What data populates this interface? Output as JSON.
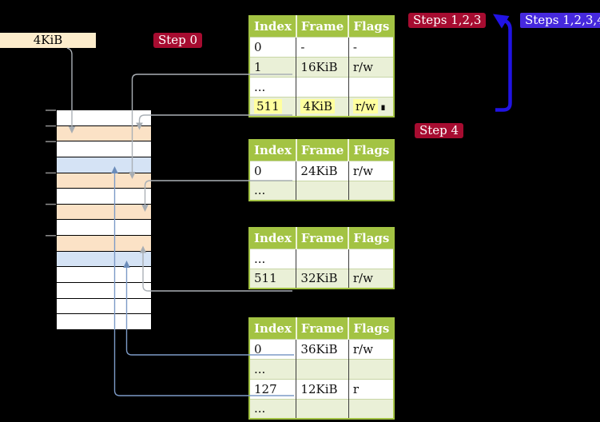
{
  "palette": {
    "green": "#a3c343",
    "rowgreen": "#eaf0d7",
    "orange": "#fbe2c6",
    "blue": "#d5e3f5",
    "cream": "#fceccb",
    "badgered": "#a60c30",
    "badgeblue": "#4629dd",
    "arrowblue": "#2113e4",
    "congray": "#aab0b6",
    "conheadgray": "#a7adb3",
    "consteel": "#7d9bc7",
    "conheadsteel": "#6b8cba",
    "highlight": "#ffff9e"
  },
  "box4kib": {
    "label": "4KiB"
  },
  "badges": {
    "step0": "Step 0",
    "steps123": "Steps 1,2,3",
    "steps1234": "Steps 1,2,3,4",
    "step4": "Step 4"
  },
  "memory": {
    "rows": [
      "white",
      "orange",
      "white",
      "blue",
      "orange",
      "white",
      "orange",
      "white",
      "orange",
      "blue",
      "white",
      "white",
      "white",
      "white"
    ]
  },
  "tables": [
    {
      "name": "page-table-level-4",
      "headers": [
        "Index",
        "Frame",
        "Flags"
      ],
      "rows": [
        {
          "cells": [
            "0",
            "-",
            "-"
          ],
          "shaded": false,
          "highlight": false
        },
        {
          "cells": [
            "1",
            "16KiB",
            "r/w"
          ],
          "shaded": true,
          "highlight": false
        },
        {
          "cells": [
            "...",
            "",
            ""
          ],
          "shaded": false,
          "highlight": false
        },
        {
          "cells": [
            "511",
            "4KiB",
            "r/w"
          ],
          "shaded": true,
          "highlight": true
        }
      ]
    },
    {
      "name": "page-table-2",
      "headers": [
        "Index",
        "Frame",
        "Flags"
      ],
      "rows": [
        {
          "cells": [
            "0",
            "24KiB",
            "r/w"
          ],
          "shaded": false,
          "highlight": false
        },
        {
          "cells": [
            "...",
            "",
            ""
          ],
          "shaded": true,
          "highlight": false
        }
      ]
    },
    {
      "name": "page-table-3",
      "headers": [
        "Index",
        "Frame",
        "Flags"
      ],
      "rows": [
        {
          "cells": [
            "...",
            "",
            ""
          ],
          "shaded": false,
          "highlight": false
        },
        {
          "cells": [
            "511",
            "32KiB",
            "r/w"
          ],
          "shaded": true,
          "highlight": false
        }
      ]
    },
    {
      "name": "page-table-4",
      "headers": [
        "Index",
        "Frame",
        "Flags"
      ],
      "rows": [
        {
          "cells": [
            "0",
            "36KiB",
            "r/w"
          ],
          "shaded": false,
          "highlight": false
        },
        {
          "cells": [
            "...",
            "",
            ""
          ],
          "shaded": true,
          "highlight": false
        },
        {
          "cells": [
            "127",
            "12KiB",
            "r"
          ],
          "shaded": false,
          "highlight": false
        },
        {
          "cells": [
            "...",
            "",
            ""
          ],
          "shaded": true,
          "highlight": false
        }
      ]
    }
  ]
}
